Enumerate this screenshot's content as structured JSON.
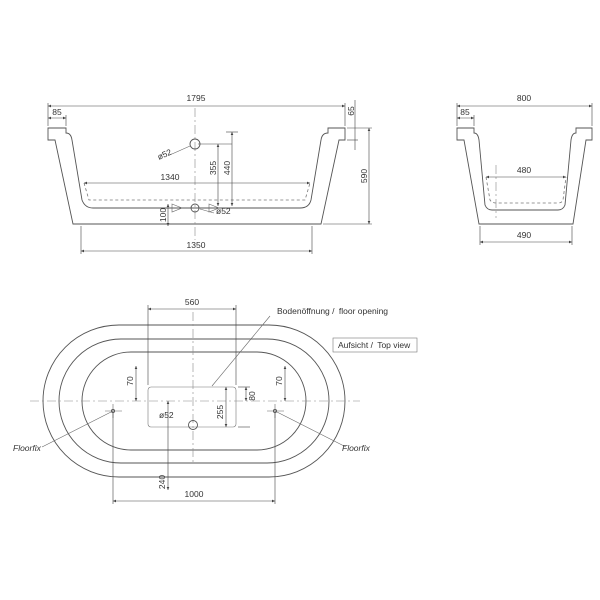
{
  "side_view": {
    "length_total": "1795",
    "rim_width": "85",
    "rim_height": "65",
    "height": "590",
    "inner_top_length": "1340",
    "bottom_length": "1350",
    "overflow_height": "440",
    "drain_spacing": "355",
    "drain_height": "100",
    "overflow_diameter": "ø52",
    "drain_diameter": "ø52"
  },
  "end_view": {
    "width_total": "800",
    "rim_width": "85",
    "inner_width": "480",
    "bottom_width": "490"
  },
  "top_view": {
    "opening_width": "560",
    "opening_label_de": "Bodenöffnung /",
    "opening_label_en": "floor opening",
    "view_label_de": "Aufsicht /",
    "view_label_en": "Top view",
    "left_offset": "70",
    "right_offset": "70",
    "opening_depth": "255",
    "drain_offset": "80",
    "drain_diameter": "ø52",
    "foot_offset": "240",
    "foot_spacing": "1000",
    "floorfix_left": "Floorfix",
    "floorfix_right": "Floorfix"
  }
}
